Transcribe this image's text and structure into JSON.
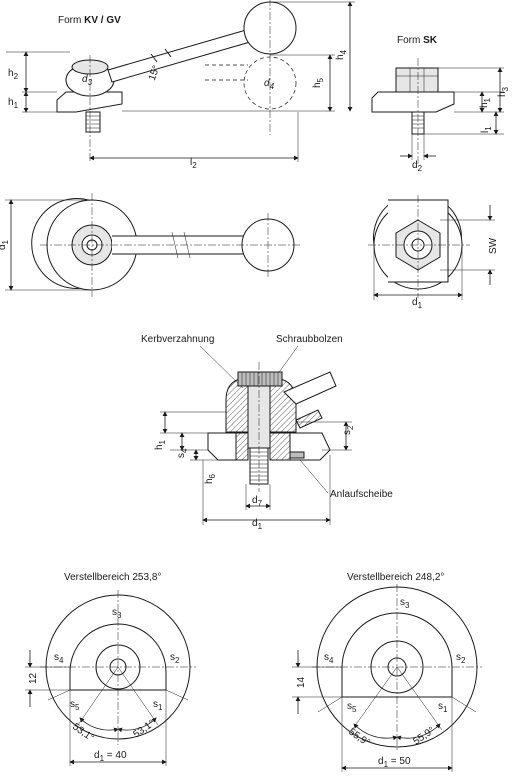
{
  "views": {
    "kv_gv": {
      "title_prefix": "Form ",
      "title_bold": "KV / GV",
      "dims": {
        "h2": "h",
        "h2_sub": "2",
        "h1": "h",
        "h1_sub": "1",
        "d3": "d",
        "d3_sub": "3",
        "angle": "15°",
        "d4": "d",
        "d4_sub": "4",
        "h5": "h",
        "h5_sub": "5",
        "h4": "h",
        "h4_sub": "4",
        "l2": "l",
        "l2_sub": "2"
      }
    },
    "sk": {
      "title_prefix": "Form ",
      "title_bold": "SK",
      "dims": {
        "h1": "h",
        "h1_sub": "1",
        "h3": "h",
        "h3_sub": "3",
        "l1": "l",
        "l1_sub": "1",
        "d2": "d",
        "d2_sub": "2",
        "sw": "SW",
        "d1": "d",
        "d1_sub": "1"
      }
    },
    "top_view": {
      "d1": "d",
      "d1_sub": "1"
    },
    "section": {
      "kerbverzahnung": "Kerbverzahnung",
      "schraubbolzen": "Schraubbolzen",
      "anlaufscheibe": "Anlaufscheibe",
      "dims": {
        "h1": "h",
        "h1_sub": "1",
        "s4": "s",
        "s4_sub": "4",
        "s2": "s",
        "s2_sub": "2",
        "h6": "h",
        "h6_sub": "6",
        "d7": "d",
        "d7_sub": "7",
        "d1": "d",
        "d1_sub": "1"
      }
    },
    "range_40": {
      "title": "Verstellbereich 253,8°",
      "s1": "s",
      "s1_sub": "1",
      "s2": "s",
      "s2_sub": "2",
      "s3": "s",
      "s3_sub": "3",
      "s4": "s",
      "s4_sub": "4",
      "s5": "s",
      "s5_sub": "5",
      "height": "12",
      "angle_left": "53,1°",
      "angle_right": "53,1°",
      "d1_label": "d",
      "d1_sub": "1",
      "d1_value": " = 40"
    },
    "range_50": {
      "title": "Verstellbereich 248,2°",
      "s1": "s",
      "s1_sub": "1",
      "s2": "s",
      "s2_sub": "2",
      "s3": "s",
      "s3_sub": "3",
      "s4": "s",
      "s4_sub": "4",
      "s5": "s",
      "s5_sub": "5",
      "height": "14",
      "angle_left": "55,9°",
      "angle_right": "55,9°",
      "d1_label": "d",
      "d1_sub": "1",
      "d1_value": " = 50"
    }
  }
}
